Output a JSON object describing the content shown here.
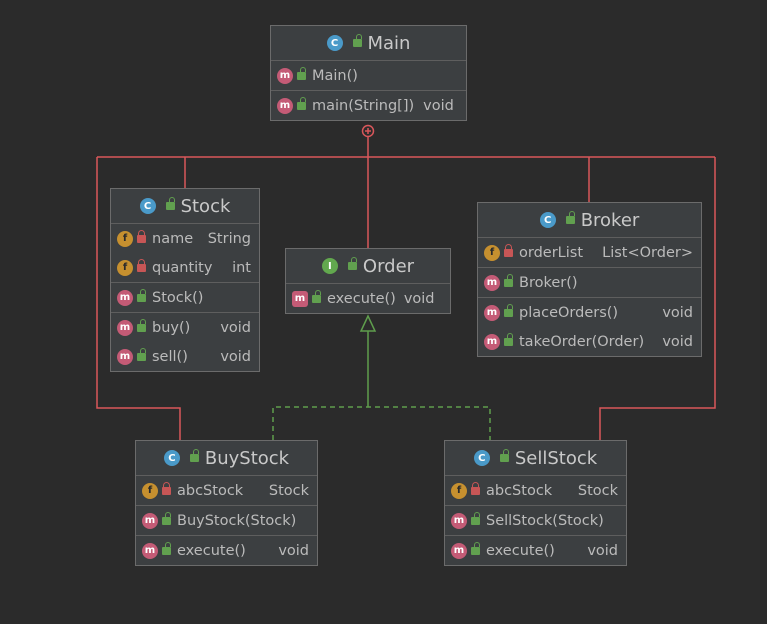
{
  "classes": {
    "main": {
      "name": "Main",
      "kind": "class-icon",
      "methods": [
        {
          "icon": "method-icon",
          "name": "Main()",
          "type": ""
        },
        {
          "icon": "method-icon",
          "name": "main(String[])",
          "type": "void"
        }
      ]
    },
    "stock": {
      "name": "Stock",
      "fields": [
        {
          "icon": "field-icon",
          "name": "name",
          "type": "String"
        },
        {
          "icon": "field-icon",
          "name": "quantity",
          "type": "int"
        }
      ],
      "constructors": [
        {
          "icon": "method-icon",
          "name": "Stock()",
          "type": ""
        }
      ],
      "methods": [
        {
          "icon": "method-icon",
          "name": "buy()",
          "type": "void"
        },
        {
          "icon": "method-icon",
          "name": "sell()",
          "type": "void"
        }
      ]
    },
    "order": {
      "name": "Order",
      "methods": [
        {
          "icon": "abstract-method-icon",
          "name": "execute()",
          "type": "void"
        }
      ]
    },
    "broker": {
      "name": "Broker",
      "fields": [
        {
          "icon": "field-icon",
          "name": "orderList",
          "type": "List<Order>"
        }
      ],
      "constructors": [
        {
          "icon": "method-icon",
          "name": "Broker()",
          "type": ""
        }
      ],
      "methods": [
        {
          "icon": "method-icon",
          "name": "placeOrders()",
          "type": "void"
        },
        {
          "icon": "method-icon",
          "name": "takeOrder(Order)",
          "type": "void"
        }
      ]
    },
    "buystock": {
      "name": "BuyStock",
      "fields": [
        {
          "icon": "field-icon",
          "name": "abcStock",
          "type": "Stock"
        }
      ],
      "constructors": [
        {
          "icon": "method-icon",
          "name": "BuyStock(Stock)",
          "type": ""
        }
      ],
      "methods": [
        {
          "icon": "method-icon",
          "name": "execute()",
          "type": "void"
        }
      ]
    },
    "sellstock": {
      "name": "SellStock",
      "fields": [
        {
          "icon": "field-icon",
          "name": "abcStock",
          "type": "Stock"
        }
      ],
      "constructors": [
        {
          "icon": "method-icon",
          "name": "SellStock(Stock)",
          "type": ""
        }
      ],
      "methods": [
        {
          "icon": "method-icon",
          "name": "execute()",
          "type": "void"
        }
      ]
    }
  },
  "icon_glyphs": {
    "class": "C",
    "interface": "I",
    "method": "m",
    "field": "f"
  },
  "colors": {
    "background": "#2b2b2b",
    "node_fill": "#3c3f41",
    "inner_class_edge": "#e06c6c",
    "implements_edge": "#62a84e"
  }
}
